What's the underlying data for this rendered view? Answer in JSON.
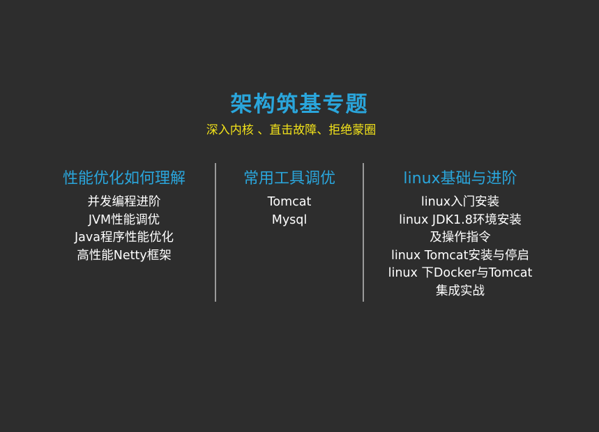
{
  "colors": {
    "background": "#2d2d2d",
    "title": "#2aa6dc",
    "subtitle": "#f2e21a",
    "heading": "#2aa6dc",
    "item": "#ffffff",
    "divider": "#9a9a9a"
  },
  "title": "架构筑基专题",
  "subtitle": "深入内核 、直击故障、拒绝蒙圈",
  "columns": [
    {
      "heading": "性能优化如何理解",
      "items": [
        "并发编程进阶",
        "JVM性能调优",
        "Java程序性能优化",
        "高性能Netty框架"
      ]
    },
    {
      "heading": "常用工具调优",
      "items": [
        "Tomcat",
        "Mysql"
      ]
    },
    {
      "heading": "linux基础与进阶",
      "items": [
        "linux入门安装",
        "linux JDK1.8环境安装",
        "及操作指令",
        "linux Tomcat安装与停启",
        "linux 下Docker与Tomcat",
        "集成实战"
      ]
    }
  ]
}
